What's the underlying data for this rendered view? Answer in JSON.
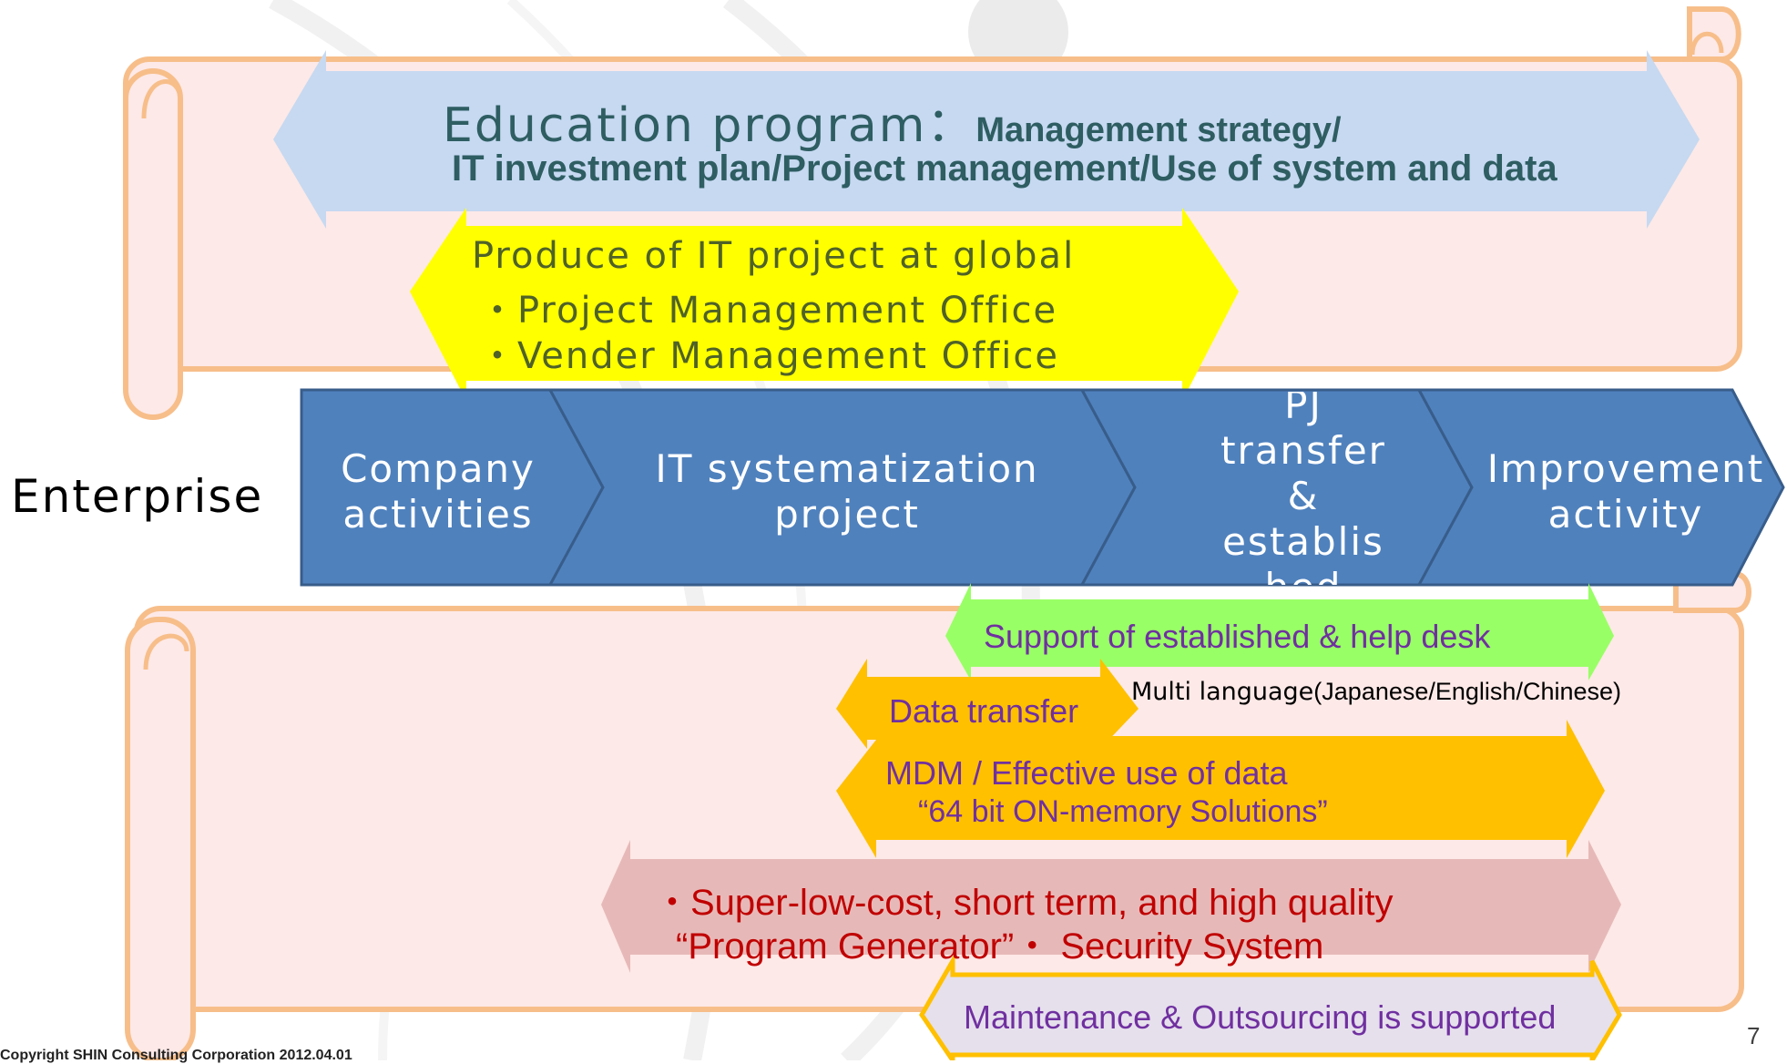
{
  "education": {
    "title_light": "Education program：",
    "title_bold": "Management strategy/",
    "line2": "IT investment plan/Project management/Use of system and data"
  },
  "produce": {
    "line1": "Produce of IT project at global",
    "line2": "・Project Management Office",
    "line3": "・Vender Management Office"
  },
  "enterprise_label": "Enterprise",
  "steps": [
    {
      "line1": "Company",
      "line2": "activities"
    },
    {
      "line1": "IT systematization",
      "line2": "project"
    },
    {
      "line1": "PJ",
      "line2": "transfer",
      "line3": "&",
      "line4": "establis",
      "line5": "hed"
    },
    {
      "line1": "Improvement",
      "line2": "activity"
    }
  ],
  "support": "Support of established & help desk",
  "data_transfer": "Data transfer",
  "multi_language": {
    "prefix": "Multi language",
    "langs": "(Japanese/English/Chinese)"
  },
  "mdm": {
    "line1": "MDM / Effective use of data",
    "line2": "“64 bit ON-memory Solutions”"
  },
  "generator": {
    "line1": "・Super-low-cost, short term, and high quality",
    "line2": "“Program Generator”・ Security System"
  },
  "maintenance": "Maintenance & Outsourcing is supported",
  "page_number": "7",
  "footer": "Copyright SHIN Consulting Corporation 2012.04.01",
  "colors": {
    "scroll_fill": "#FDE9E7",
    "scroll_stroke": "#F7BE8A",
    "education_arrow": "#C6D9F1",
    "education_text": "#2E5D62",
    "produce_arrow": "#FFFF00",
    "produce_text": "#4F6228",
    "step_fill": "#4F81BD",
    "step_stroke": "#385D8A",
    "support_arrow": "#99FF66",
    "data_arrow": "#FFC000",
    "generator_arrow": "#E6B9B8",
    "generator_text": "#C00000",
    "maintenance_fill": "#E6E0EC",
    "maintenance_border": "#FFC000",
    "purple_text": "#7030A0"
  }
}
